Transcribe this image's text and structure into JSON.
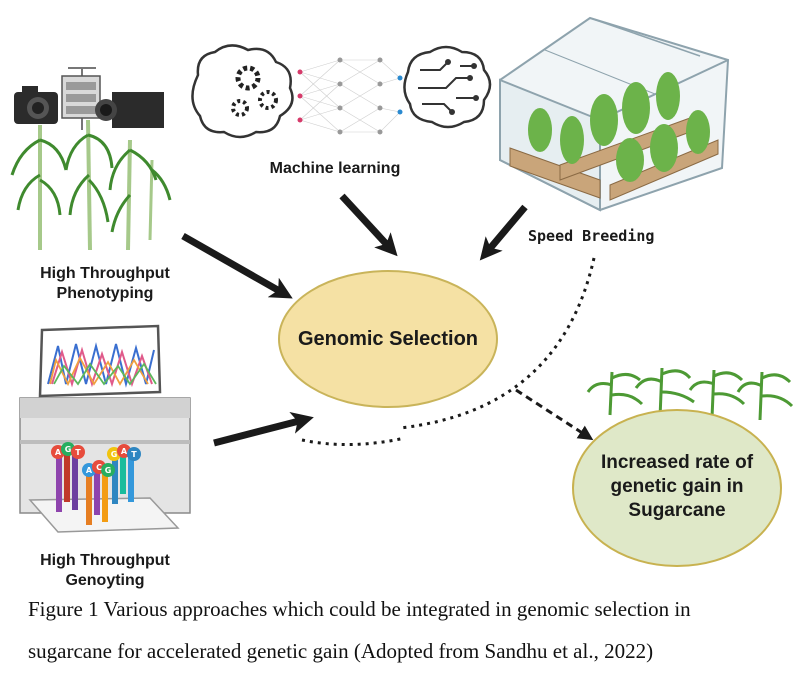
{
  "nodes": {
    "htp_label_line1": "High Throughput",
    "htp_label_line2": "Phenotyping",
    "ml_label": "Machine learning",
    "speed_label": "Speed Breeding",
    "genomic_label": "Genomic Selection",
    "htg_label_line1": "High Throughput",
    "htg_label_line2": "Genoyting",
    "outcome_line1": "Increased rate of",
    "outcome_line2": "genetic gain in",
    "outcome_line3": "Sugarcane"
  },
  "dna_letters": {
    "probe1": [
      "A",
      "G",
      "T"
    ],
    "probe2": [
      "A",
      "C",
      "G"
    ],
    "probe3": [
      "G",
      "A",
      "T"
    ]
  },
  "caption": {
    "line1": "Figure 1 Various approaches which could be integrated in genomic selection in",
    "line2": "sugarcane for accelerated genetic gain (Adopted from Sandhu et al., 2022)"
  },
  "colors": {
    "genomic_fill": "#f5e1a4",
    "genomic_stroke": "#c9b45a",
    "outcome_fill": "#dfe8c8",
    "outcome_stroke": "#c8b250",
    "plant_green": "#7cc05a",
    "plant_dark": "#3f8a2e",
    "arrow": "#1a1a1a"
  }
}
